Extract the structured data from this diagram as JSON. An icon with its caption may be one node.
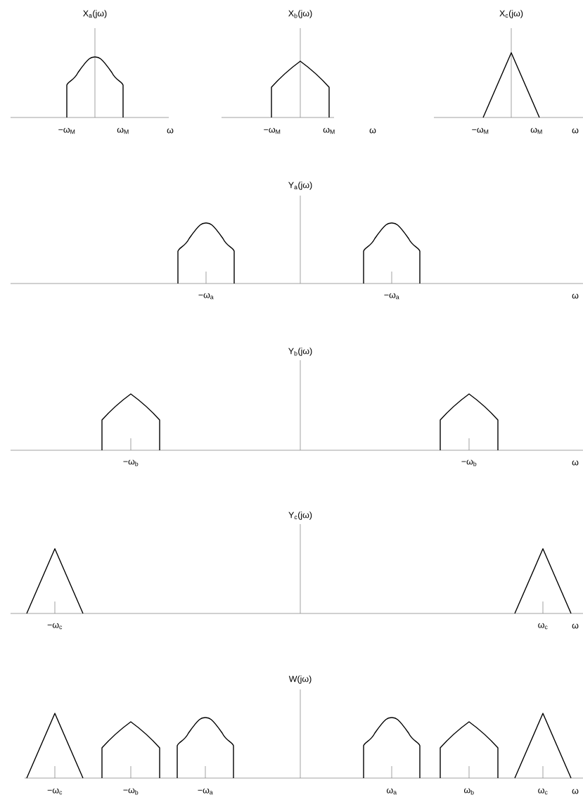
{
  "diagram": {
    "labels": [
      "X$_{a}$(jω)",
      "X$_{b}$(jω)",
      "X$_{c}$(jω)",
      "−ω$_{M}$",
      "ω$_{M}$",
      "ω",
      "−ω$_{M}$",
      "ω$_{M}$",
      "ω",
      "−ω$_{M}$",
      "ω$_{M}$",
      "ω",
      "Y$_{a}$(jω)",
      "−ω$_{a}$",
      "−ω$_{a}$",
      "ω",
      "Y$_{b}$(jω)",
      "−ω$_{b}$",
      "−ω$_{b}$",
      "ω",
      "Y$_{c}$(jω)",
      "−ω$_{c}$",
      "ω$_{c}$",
      "ω",
      "W(jω)",
      "−ω$_{c}$",
      "−ω$_{b}$",
      "−ω$_{a}$",
      "ω$_{a}$",
      "ω$_{b}$",
      "ω$_{c}$",
      "ω"
    ]
  }
}
